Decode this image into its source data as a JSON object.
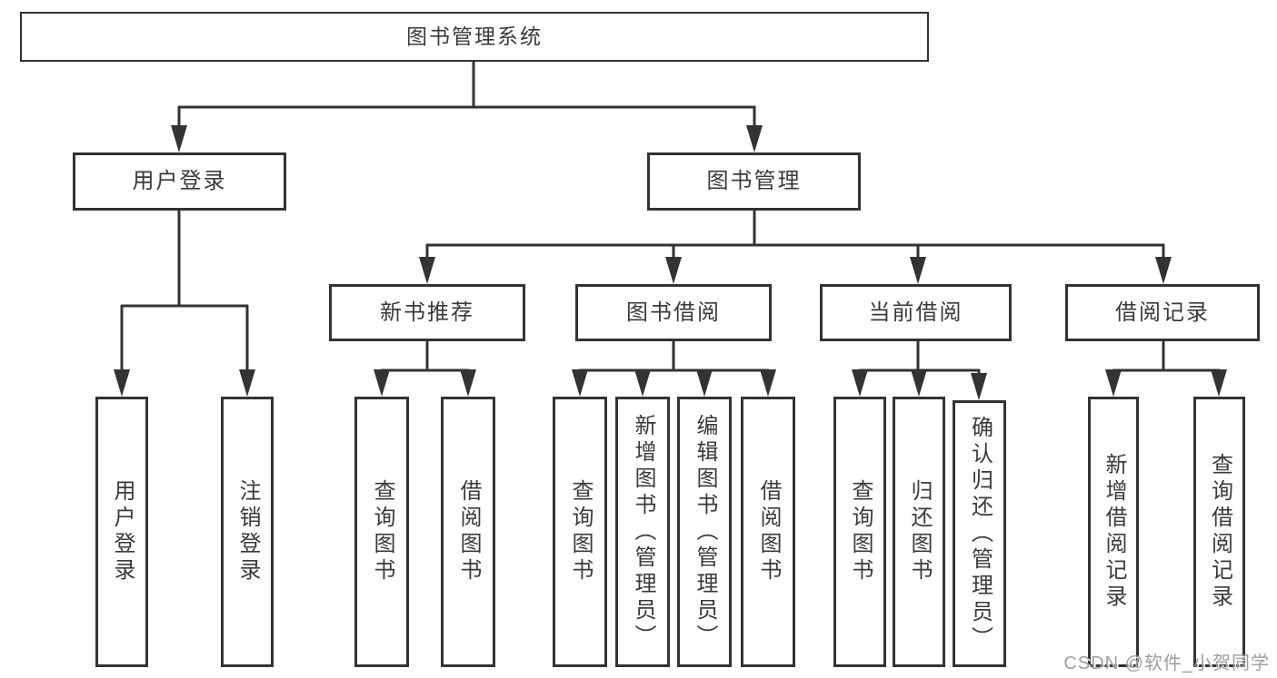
{
  "diagram": {
    "root": {
      "label": "图书管理系统"
    },
    "level2": {
      "user_login": {
        "label": "用户登录"
      },
      "book_mgmt": {
        "label": "图书管理"
      }
    },
    "level3": {
      "new_book_rec": {
        "label": "新书推荐"
      },
      "book_borrow": {
        "label": "图书借阅"
      },
      "current_borrow": {
        "label": "当前借阅"
      },
      "borrow_records": {
        "label": "借阅记录"
      }
    },
    "leaves": {
      "user_login": {
        "label": "用户登录"
      },
      "logout": {
        "label": "注销登录"
      },
      "nb_query": {
        "label": "查询图书"
      },
      "nb_borrow": {
        "label": "借阅图书"
      },
      "bb_query": {
        "label": "查询图书"
      },
      "bb_add": {
        "label": "新增图书（管理员）"
      },
      "bb_edit": {
        "label": "编辑图书（管理员）"
      },
      "bb_borrow": {
        "label": "借阅图书"
      },
      "cb_query": {
        "label": "查询图书"
      },
      "cb_return": {
        "label": "归还图书"
      },
      "cb_confirm": {
        "label": "确认归还（管理员）"
      },
      "br_add": {
        "label": "新增借阅记录"
      },
      "br_query": {
        "label": "查询借阅记录"
      }
    },
    "watermark": "CSDN @软件_小贺同学",
    "colors": {
      "line": "#333333",
      "text": "#3a3a3a",
      "box_background": "#ffffff",
      "watermark": "#9e9e9e"
    }
  }
}
